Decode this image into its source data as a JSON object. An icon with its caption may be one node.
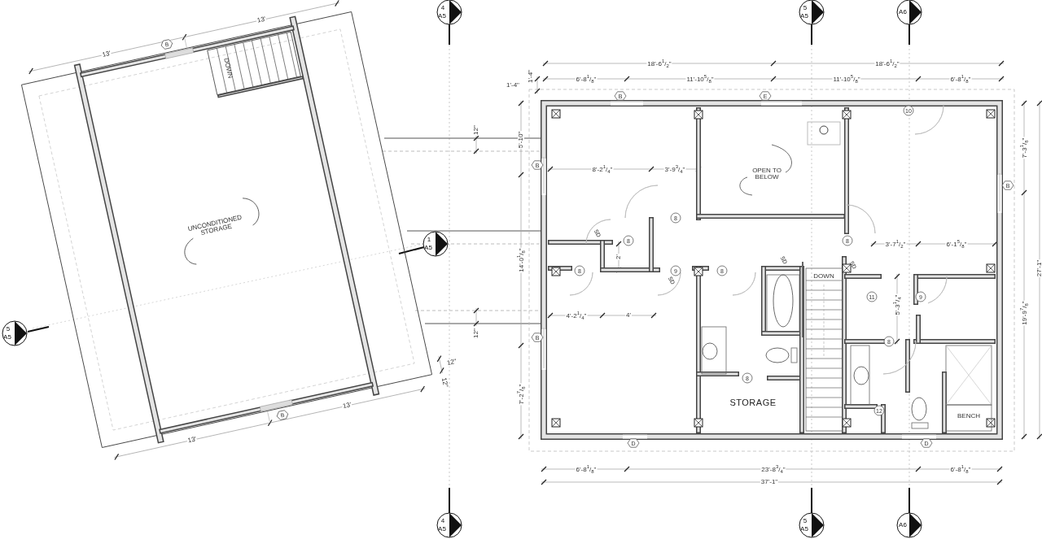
{
  "diagram": {
    "labels": [
      "13'",
      "13'",
      "B",
      "DOWN",
      "UNCONDITIONED STORAGE",
      "12\"",
      "12\"",
      "B",
      "13'",
      "13'",
      "4",
      "A5",
      "5",
      "A5",
      "A6",
      "1",
      "A5",
      "5",
      "A5",
      "4",
      "A5",
      "5",
      "A5",
      "A6",
      "18'-6$^{1}$/$_{2}$\"",
      "18'-6$^{1}$/$_{2}$\"",
      "1'-4\"",
      "6'-8$^{1}$/$_{8}$\"",
      "11'-10$^{5}$/$_{8}$\"",
      "11'-10$^{5}$/$_{8}$\"",
      "6'-8$^{1}$/$_{8}$\"",
      "1'-4\"",
      "B",
      "E",
      "10",
      "12\"",
      "5'-10\"",
      "7'-3$^{1}$/$_{8}$\"",
      "B",
      "8'-2$^{1}$/$_{4}$\"",
      "3'-9$^{3}$/$_{4}$\"",
      "OPEN TO BELOW",
      "B",
      "8",
      "SD",
      "8",
      "8",
      "3'-7$^{1}$/$_{2}$\"",
      "6'-1$^{5}$/$_{8}$\"",
      "2'",
      "SD",
      "14'-0$^{1}$/$_{8}$\"",
      "SD",
      "27'-1\"",
      "8",
      "9",
      "8",
      "DOWN",
      "SD",
      "11",
      "9",
      "5'-3$^{1}$/$_{4}$\"",
      "19'-9$^{7}$/$_{8}$\"",
      "4'-2$^{1}$/$_{4}$\"",
      "4'",
      "12\"",
      "B",
      "8",
      "8",
      "7'-2$^{7}$/$_{8}$\"",
      "STORAGE",
      "BENCH",
      "12",
      "D",
      "D",
      "6'-8$^{1}$/$_{8}$\"",
      "23'-8$^{3}$/$_{4}$\"",
      "6'-8$^{1}$/$_{8}$\"",
      "37'-1\""
    ]
  }
}
